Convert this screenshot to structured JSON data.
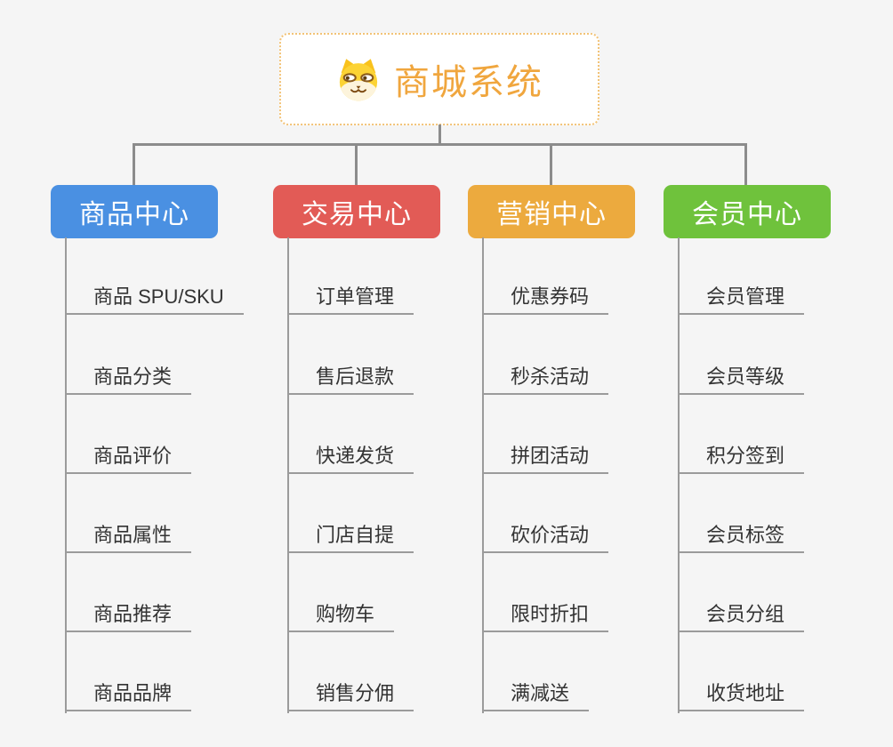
{
  "canvas": {
    "background": "#f5f5f5",
    "connector_color": "#8c8c8c",
    "underline_color": "#9b9b9b",
    "item_text_color": "#333333"
  },
  "root": {
    "label": "商城系统",
    "icon": "shiba-dog-icon",
    "text_color": "#f0a63e",
    "border_color": "#f2c377"
  },
  "branches": [
    {
      "label": "商品中心",
      "color": "#4a90e2",
      "items": [
        "商品 SPU/SKU",
        "商品分类",
        "商品评价",
        "商品属性",
        "商品推荐",
        "商品品牌"
      ]
    },
    {
      "label": "交易中心",
      "color": "#e25b56",
      "items": [
        "订单管理",
        "售后退款",
        "快递发货",
        "门店自提",
        "购物车",
        "销售分佣"
      ]
    },
    {
      "label": "营销中心",
      "color": "#ecaa3e",
      "items": [
        "优惠券码",
        "秒杀活动",
        "拼团活动",
        "砍价活动",
        "限时折扣",
        "满减送"
      ]
    },
    {
      "label": "会员中心",
      "color": "#6fc23c",
      "items": [
        "会员管理",
        "会员等级",
        "积分签到",
        "会员标签",
        "会员分组",
        "收货地址"
      ]
    }
  ]
}
